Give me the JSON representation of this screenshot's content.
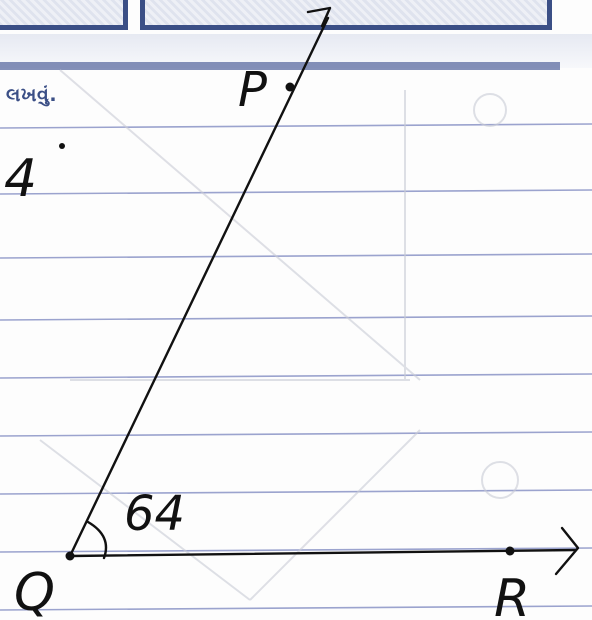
{
  "header": {
    "instruction_label": "લખવું."
  },
  "diagram": {
    "handwritten_number": "4",
    "angle_measure": "64",
    "points": {
      "P": "P",
      "Q": "Q",
      "R": "R"
    },
    "colors": {
      "ink": "#111111",
      "rule_line": "#8a94c6",
      "header_border": "#3b4f86",
      "print_text": "#3b4f86"
    }
  }
}
